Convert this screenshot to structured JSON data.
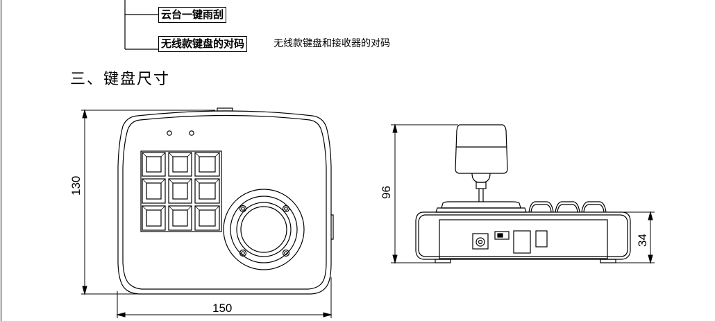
{
  "tree": {
    "item1": "云台一键雨刮",
    "item2": "无线款键盘的对码",
    "item2_note": "无线款键盘和接收器的对码"
  },
  "section": {
    "heading": "三、键盘尺寸"
  },
  "dimensions": {
    "front_height": "130",
    "front_width": "150",
    "side_total_height": "96",
    "side_body_height": "34"
  }
}
